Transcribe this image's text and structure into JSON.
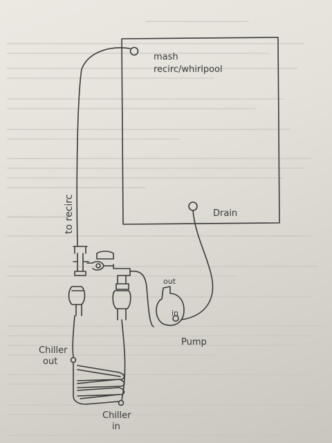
{
  "labels": {
    "mash": "mash",
    "recirc_whirlpool": "recirc/whirlpool",
    "drain": "Drain",
    "to_recirc": "to recirc",
    "out": "out",
    "in": "in",
    "pump": "Pump",
    "chiller_out_line1": "Chiller",
    "chiller_out_line2": "out",
    "chiller_in_line1": "Chiller",
    "chiller_in_line2": "in"
  },
  "colors": {
    "paper": "#e6e3dc",
    "pencil": "#3a3a3a",
    "bleed_through": "#c8c5bf"
  }
}
